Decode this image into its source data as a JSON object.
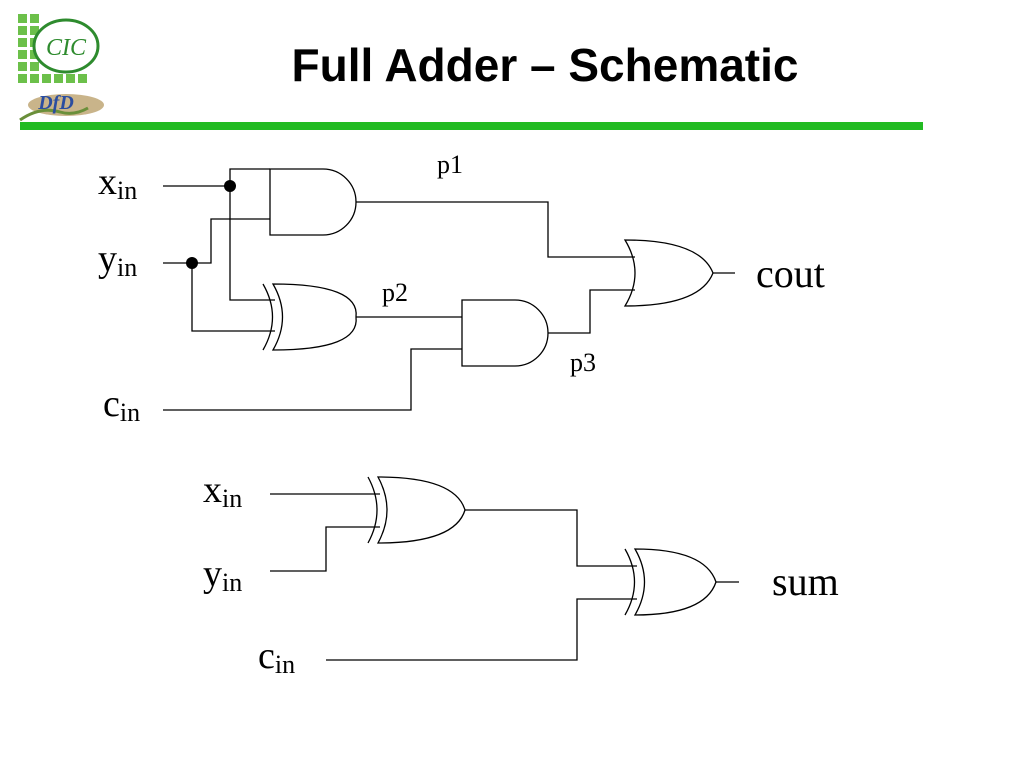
{
  "title": "Full Adder – Schematic",
  "colors": {
    "accent": "#22bb22",
    "wire": "#000000"
  },
  "logo": {
    "top_text": "CIC",
    "bottom_text": "DfD"
  },
  "carry_circuit": {
    "inputs": [
      {
        "base": "x",
        "sub": "in"
      },
      {
        "base": "y",
        "sub": "in"
      },
      {
        "base": "c",
        "sub": "in"
      }
    ],
    "nodes": [
      "p1",
      "p2",
      "p3"
    ],
    "output": "cout"
  },
  "sum_circuit": {
    "inputs": [
      {
        "base": "x",
        "sub": "in"
      },
      {
        "base": "y",
        "sub": "in"
      },
      {
        "base": "c",
        "sub": "in"
      }
    ],
    "output": "sum"
  }
}
